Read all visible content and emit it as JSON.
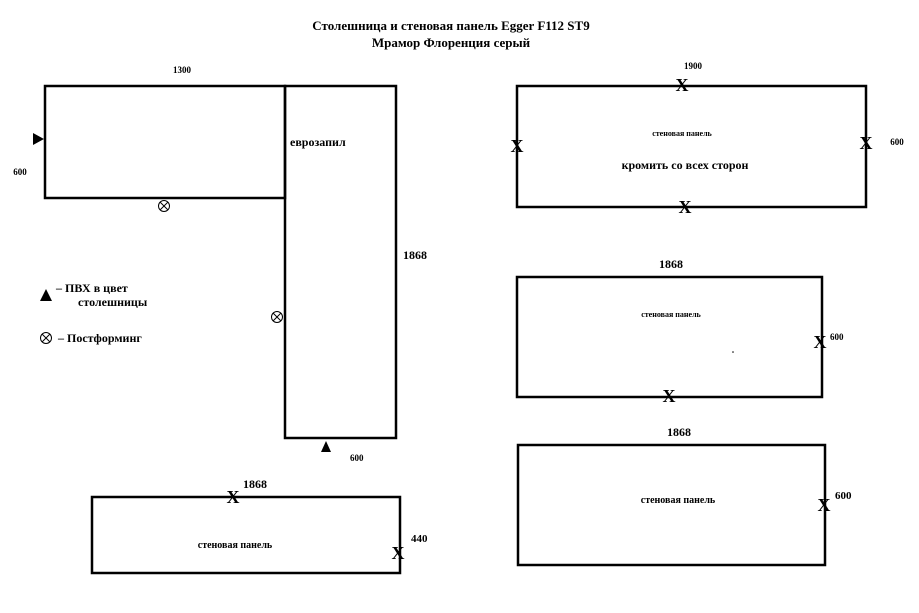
{
  "title": {
    "line1": "Столешница и стеновая панель Egger F112 ST9",
    "line2": "Мрамор Флоренция серый"
  },
  "countertop": {
    "dim_top": "1300",
    "dim_left": "600",
    "joint_label": "еврозапил",
    "dim_right": "1868",
    "dim_bottom": "600"
  },
  "legend": {
    "pvc_line1": "– ПВХ в цвет",
    "pvc_line2": "столешницы",
    "postforming": "– Постформинг"
  },
  "edge_mark": "X",
  "panels": [
    {
      "label": "стеновая панель",
      "note": "кромить со всех сторон",
      "length": "1900",
      "width": "600"
    },
    {
      "label": "стеновая панель",
      "length": "1868",
      "width": "600"
    },
    {
      "label": "стеновая панель",
      "length": "1868",
      "width": "600"
    },
    {
      "label": "стеновая панель",
      "length": "1868",
      "width": "440"
    }
  ]
}
